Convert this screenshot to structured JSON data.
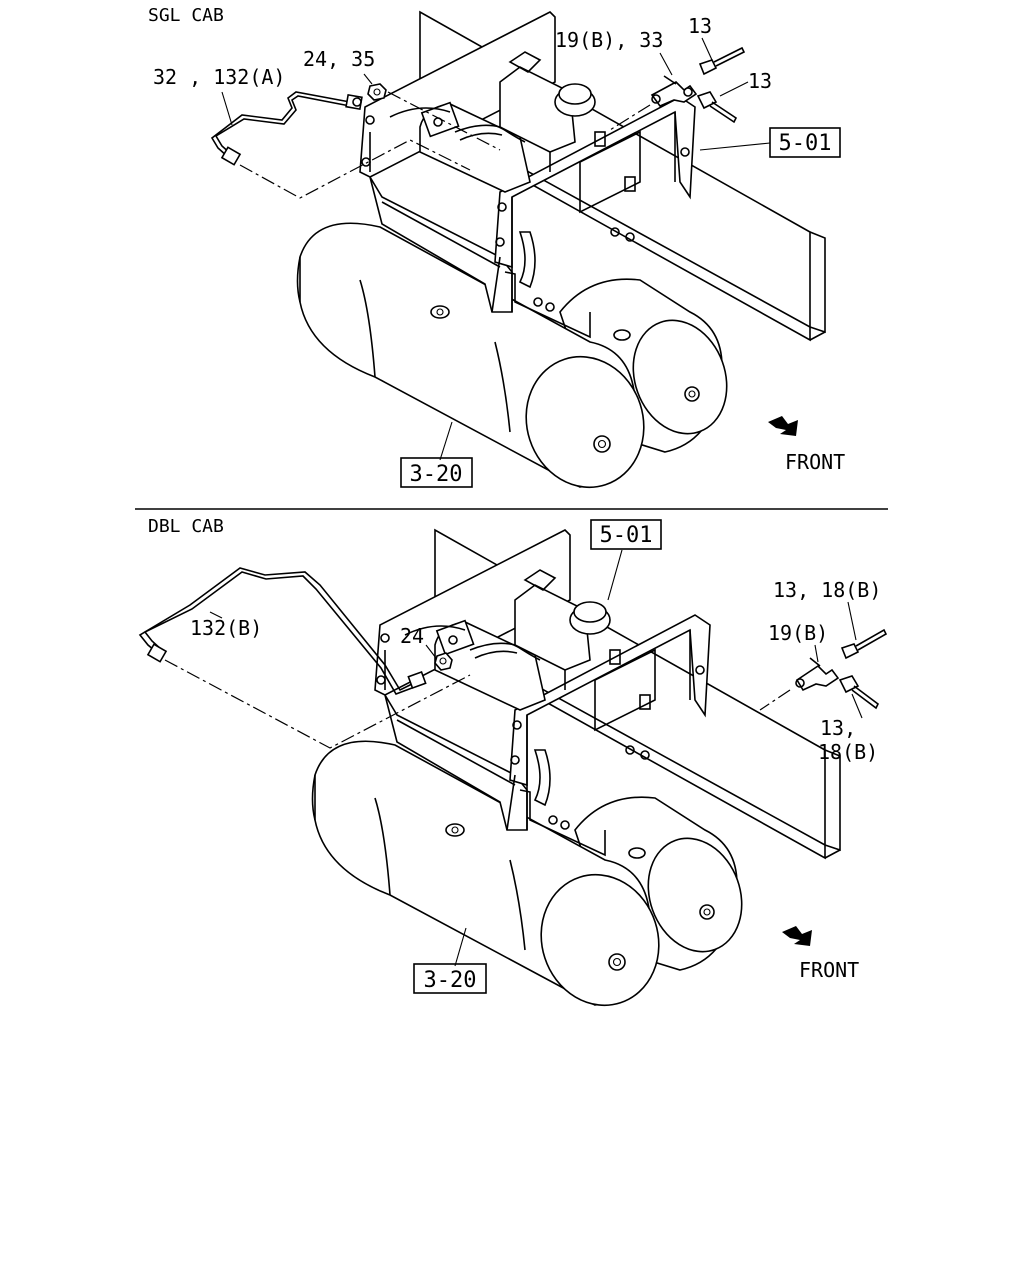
{
  "sections": [
    {
      "name": "SGL CAB",
      "labels": {
        "pipe": "32 , 132(A)",
        "nut": "24, 35",
        "connector": "19(B), 33",
        "fitting_upper": "13",
        "fitting_lower": "13"
      },
      "refs": {
        "frame": "5-01",
        "tank": "3-20"
      },
      "front": "FRONT"
    },
    {
      "name": "DBL CAB",
      "labels": {
        "pipe": "132(B)",
        "nut": "24",
        "fitting_upper": "13, 18(B)",
        "connector": "19(B)",
        "fitting_lower_1": "13,",
        "fitting_lower_2": "18(B)"
      },
      "refs": {
        "frame": "5-01",
        "tank": "3-20"
      },
      "front": "FRONT"
    }
  ]
}
